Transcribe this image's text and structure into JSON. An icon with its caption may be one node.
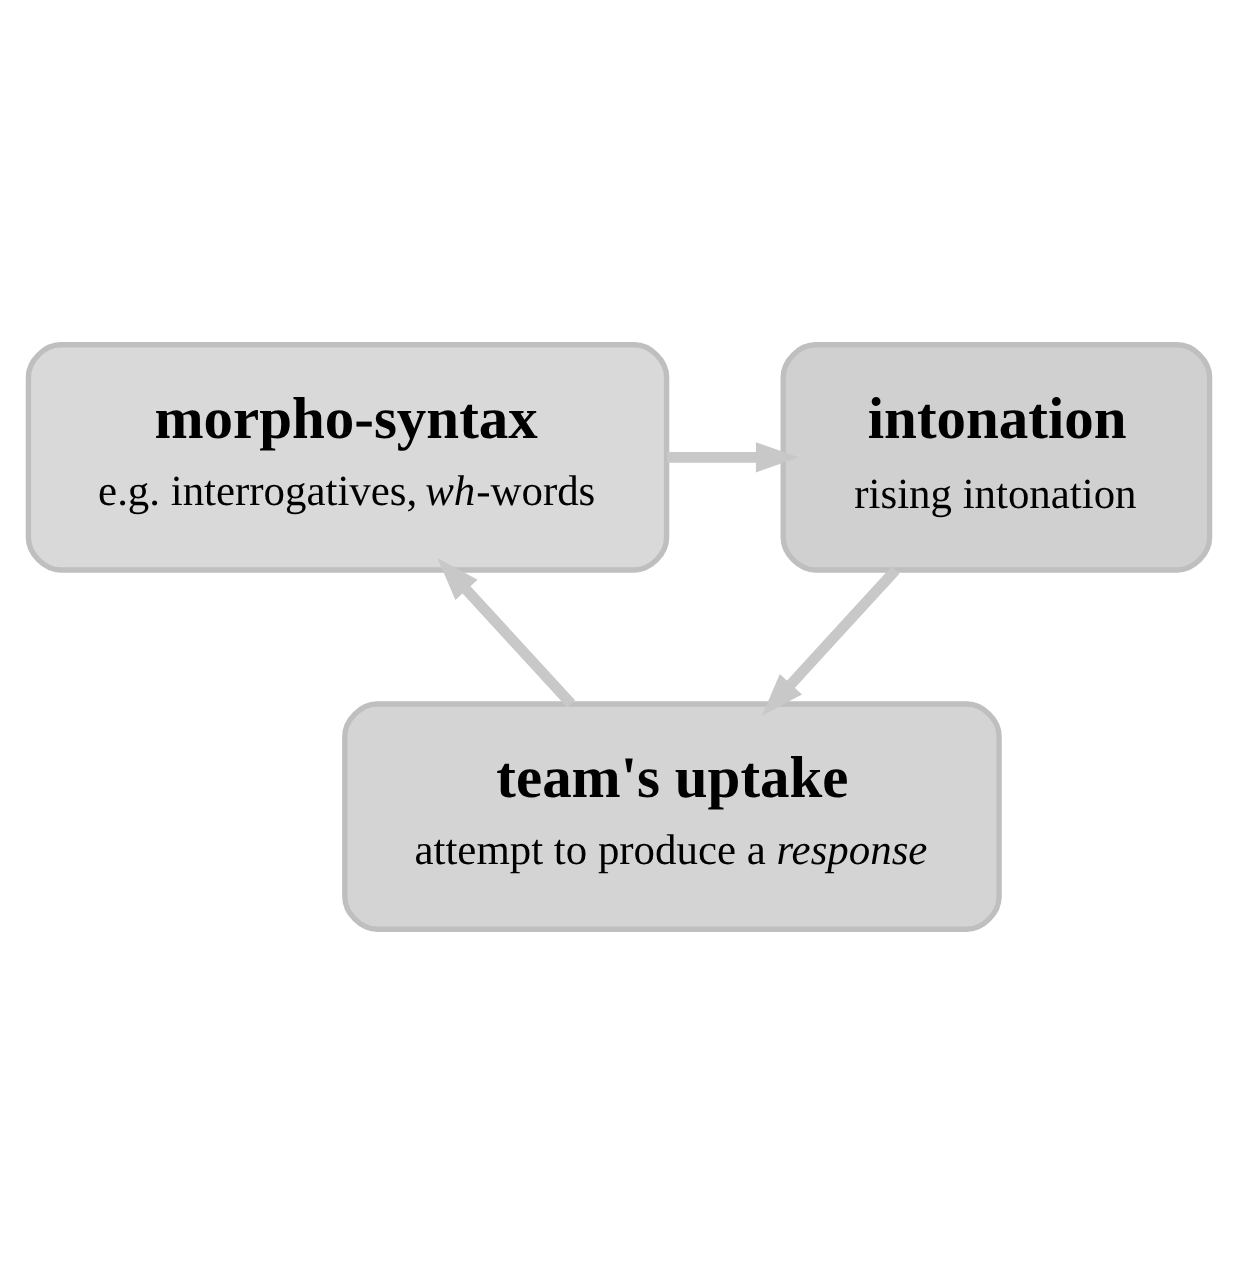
{
  "diagram": {
    "nodes": [
      {
        "text": [
          "morpho-syntax",
          "e.g. interrogatives, *wh*-words"
        ]
      },
      {
        "text": [
          "intonation",
          "rising intonation"
        ]
      },
      {
        "text": [
          "team's uptake",
          "attempt to produce a *response*"
        ]
      }
    ],
    "edges": [
      {
        "from": 0,
        "to": 1,
        "arrow": "to"
      },
      {
        "from": 1,
        "to": 2,
        "arrow": "to"
      },
      {
        "from": 2,
        "to": 0,
        "arrow": "to"
      }
    ]
  }
}
